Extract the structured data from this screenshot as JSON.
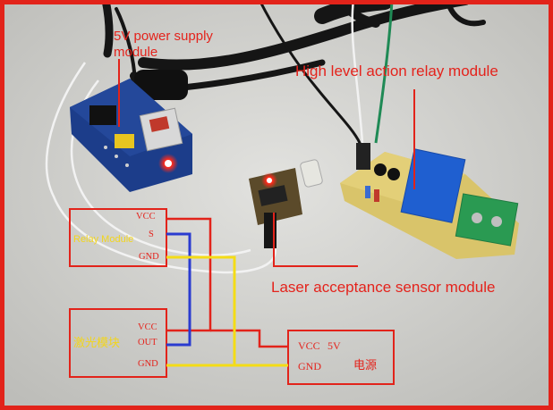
{
  "annotations": {
    "power_supply_line1": "5V power supply",
    "power_supply_line2": "module",
    "relay_module_label": "High level action relay module",
    "laser_sensor_label": "Laser acceptance sensor module"
  },
  "diagram": {
    "relay_box": {
      "name": "Relay Module",
      "pins": [
        "VCC",
        "S",
        "GND"
      ]
    },
    "laser_box": {
      "name": "激光模块",
      "pins": [
        "VCC",
        "OUT",
        "GND"
      ]
    },
    "power_box": {
      "pins": [
        "VCC",
        "5V",
        "GND"
      ],
      "name": "电源"
    }
  },
  "colors": {
    "frame": "#e2231a",
    "annotation_red": "#e4231c",
    "wire_yellow": "#f4dc16",
    "wire_blue": "#2a3bd0",
    "pcb_blue": "#1c3d8a",
    "relay_blue": "#1f5fd0",
    "terminal_green": "#2a9a52"
  }
}
